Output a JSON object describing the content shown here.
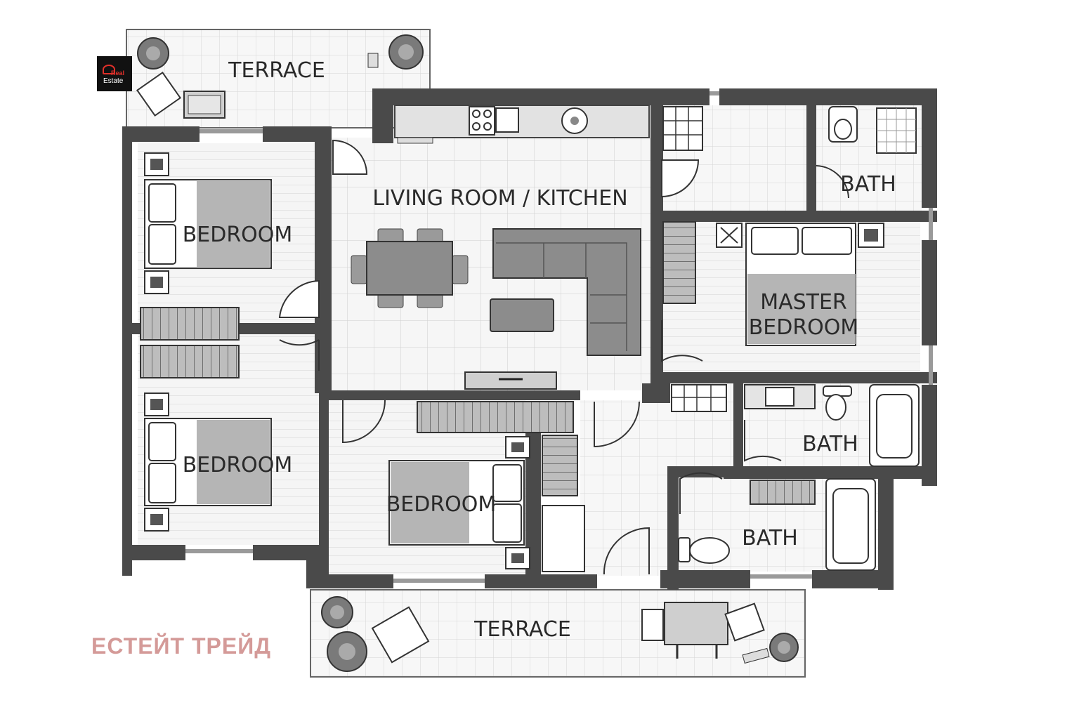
{
  "plan": {
    "rooms": {
      "terrace_top": "TERRACE",
      "living_kitchen": "LIVING ROOM / KITCHEN",
      "bath_top": "BATH",
      "bedroom_1": "BEDROOM",
      "master_line1": "MASTER",
      "master_line2": "BEDROOM",
      "bedroom_2": "BEDROOM",
      "bedroom_3": "BEDROOM",
      "bath_mid": "BATH",
      "bath_bottom": "BATH",
      "terrace_bottom": "TERRACE"
    }
  },
  "logo": {
    "line1": "Real",
    "line2": "Estate"
  },
  "watermark": "ЕСТЕЙТ ТРЕЙД",
  "colors": {
    "wall": "#4a4a4a",
    "floor": "#f4f4f4",
    "furniture": "#8c8c8c",
    "watermark": "#d49a98",
    "logo_accent": "#e0302a"
  }
}
